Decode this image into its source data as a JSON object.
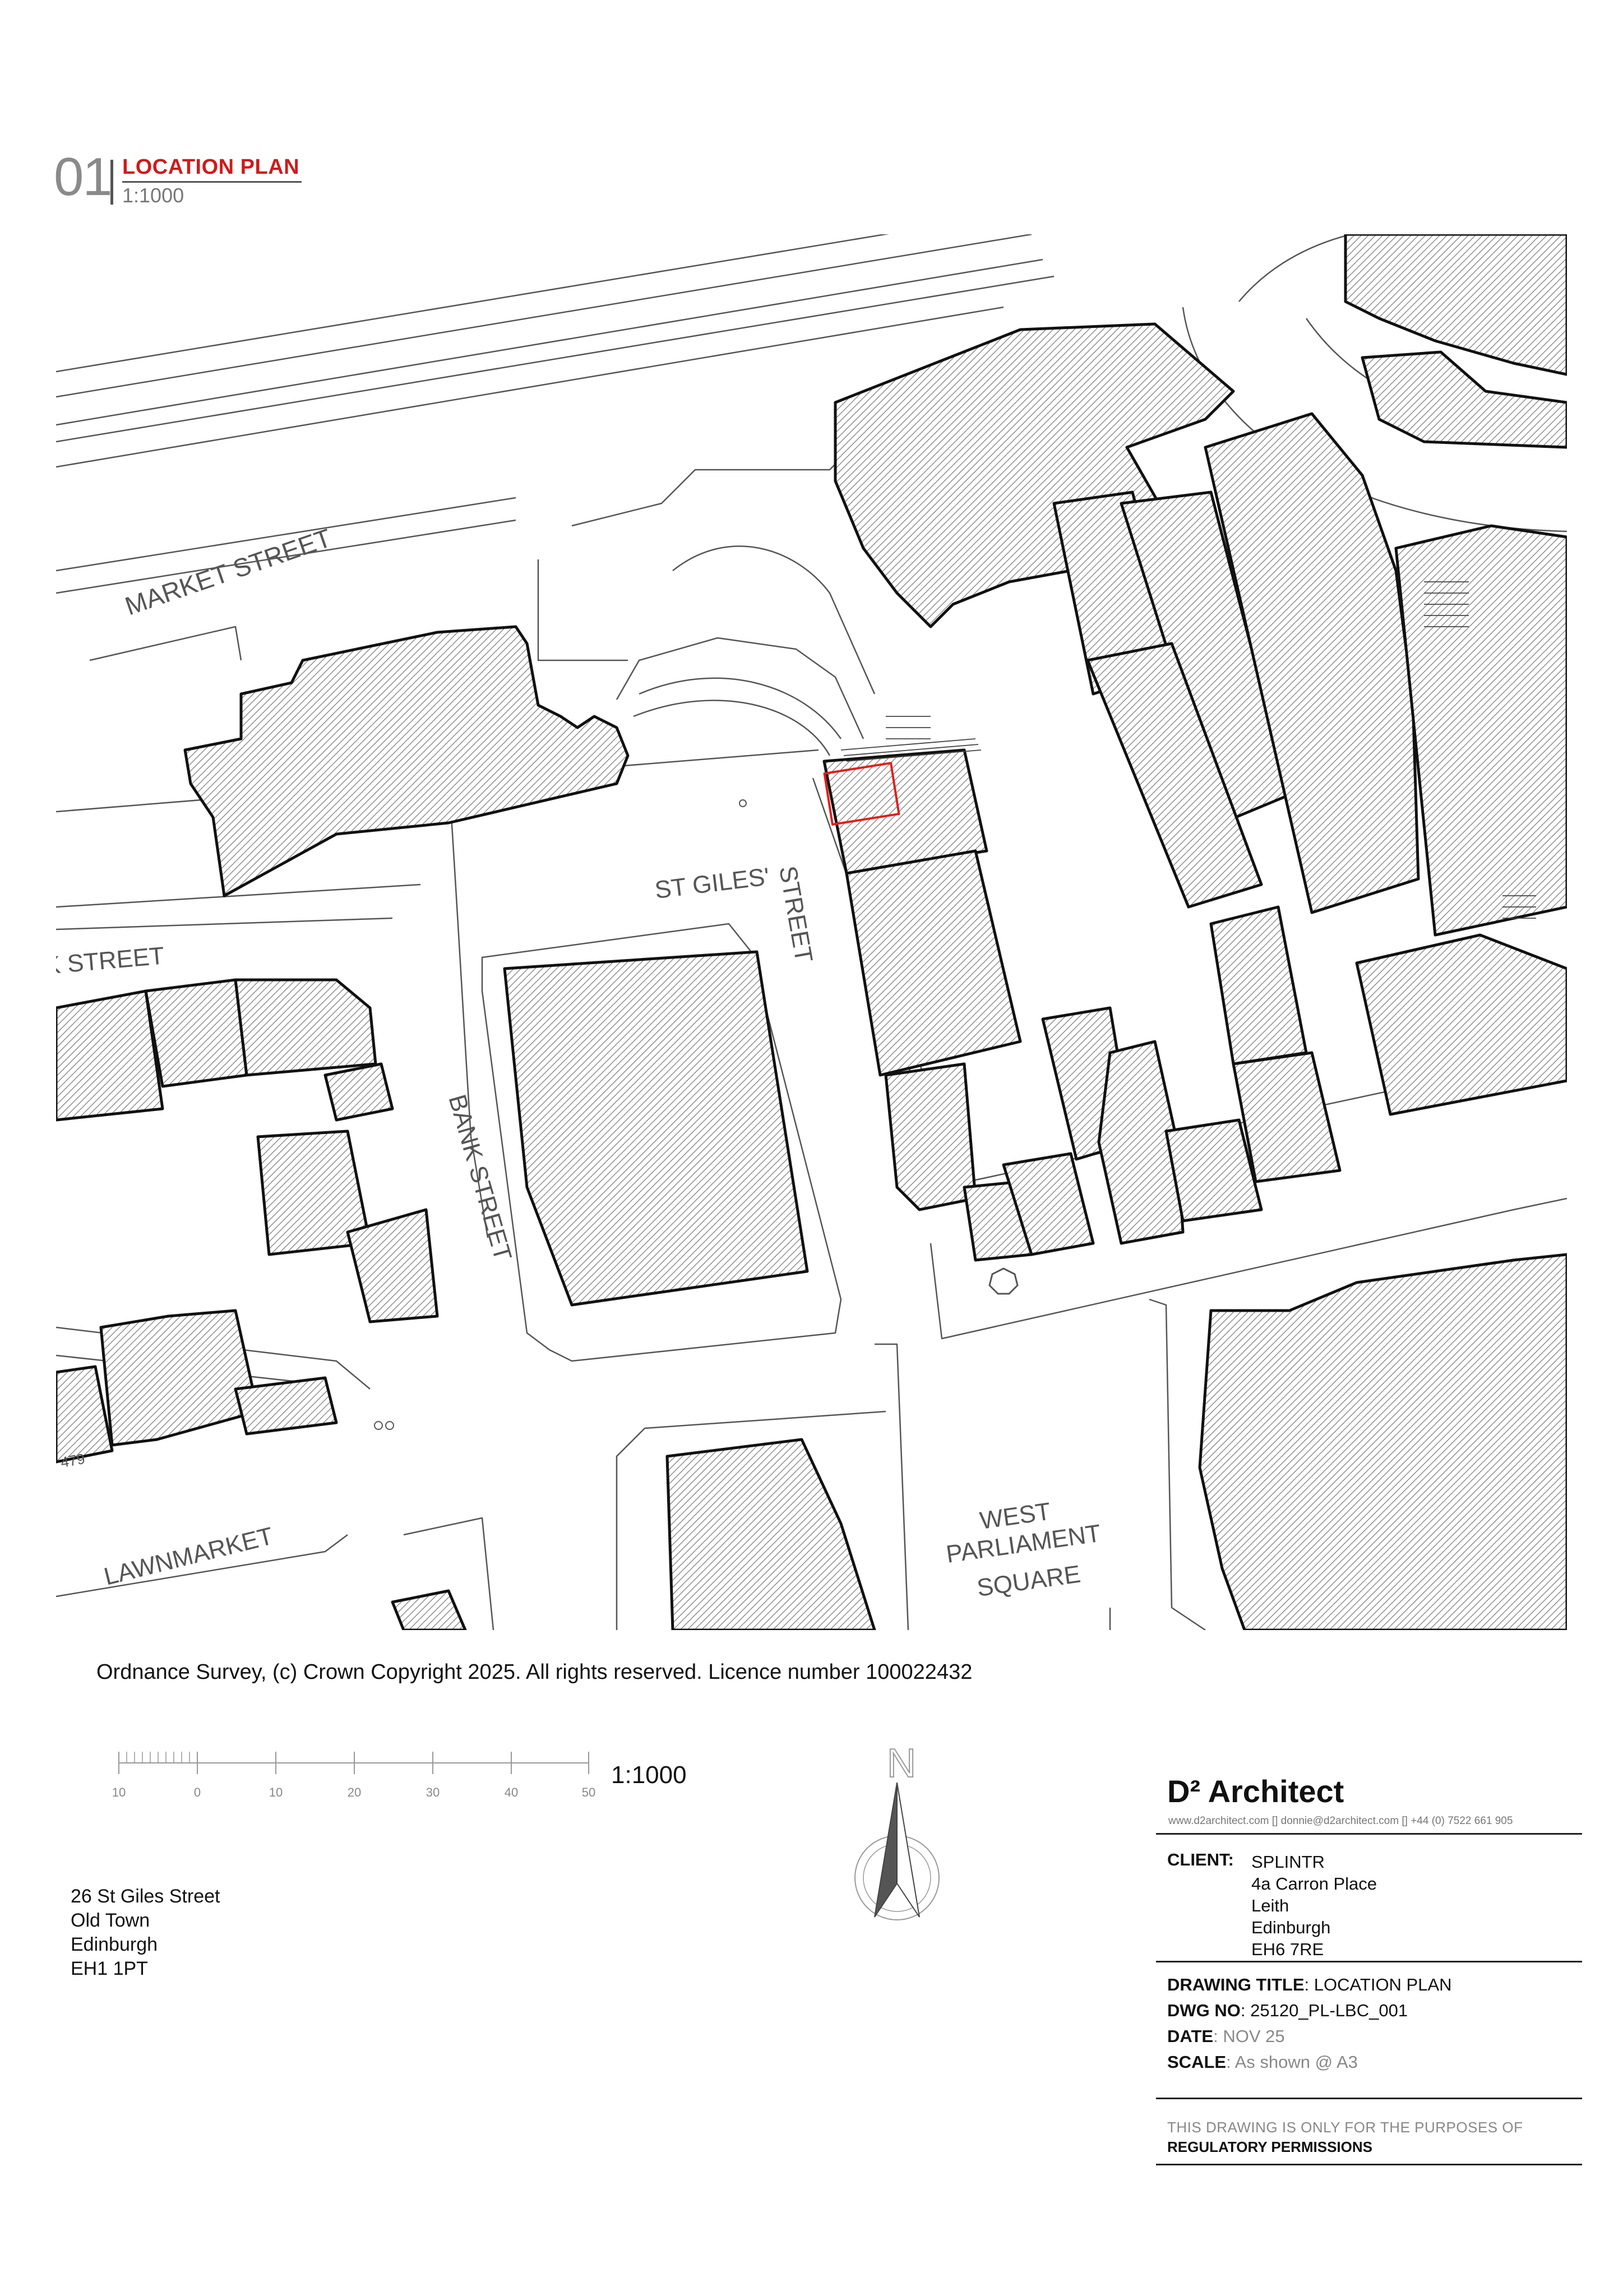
{
  "header": {
    "sheet_number": "01",
    "view_title": "LOCATION PLAN",
    "view_scale": "1:1000"
  },
  "map": {
    "street_labels": {
      "market_street": "MARKET STREET",
      "st_giles_1": "ST GILES'",
      "st_giles_2": "STREET",
      "bank_street_left": "K STREET",
      "bank_street": "BANK STREET",
      "lawnmarket": "LAWNMARKET",
      "west_1": "WEST",
      "west_2": "PARLIAMENT",
      "west_3": "SQUARE",
      "plot_number": "479"
    },
    "site_boundary_color": "#e0201b",
    "hatch_color": "#6a6a6a"
  },
  "copyright": "Ordnance Survey, (c) Crown Copyright 2025. All rights reserved. Licence number 100022432",
  "scalebar": {
    "ticks": [
      "10",
      "0",
      "10",
      "20",
      "30",
      "40",
      "50"
    ],
    "ratio": "1:1000"
  },
  "north_arrow": {
    "letter": "N",
    "icon": "north-arrow-icon"
  },
  "address": [
    "26 St Giles Street",
    "Old Town",
    "Edinburgh",
    "EH1 1PT"
  ],
  "title_block": {
    "firm": "D² Architect",
    "contact": "www.d2architect.com  []  donnie@d2architect.com  []  +44 (0) 7522 661 905",
    "client_label": "CLIENT:",
    "client": [
      "SPLINTR",
      "4a Carron Place",
      "Leith",
      "Edinburgh",
      "EH6 7RE"
    ],
    "drawing_title_label": "DRAWING TITLE",
    "drawing_title": ": LOCATION PLAN",
    "dwg_no_label": "DWG NO",
    "dwg_no": ": 25120_PL-LBC_001",
    "date_label": "DATE",
    "date": ": NOV 25",
    "scale_label": "SCALE",
    "scale": ": As shown @ A3",
    "disclaimer_1": "THIS DRAWING IS ONLY FOR THE PURPOSES OF",
    "disclaimer_2": "REGULATORY PERMISSIONS"
  }
}
